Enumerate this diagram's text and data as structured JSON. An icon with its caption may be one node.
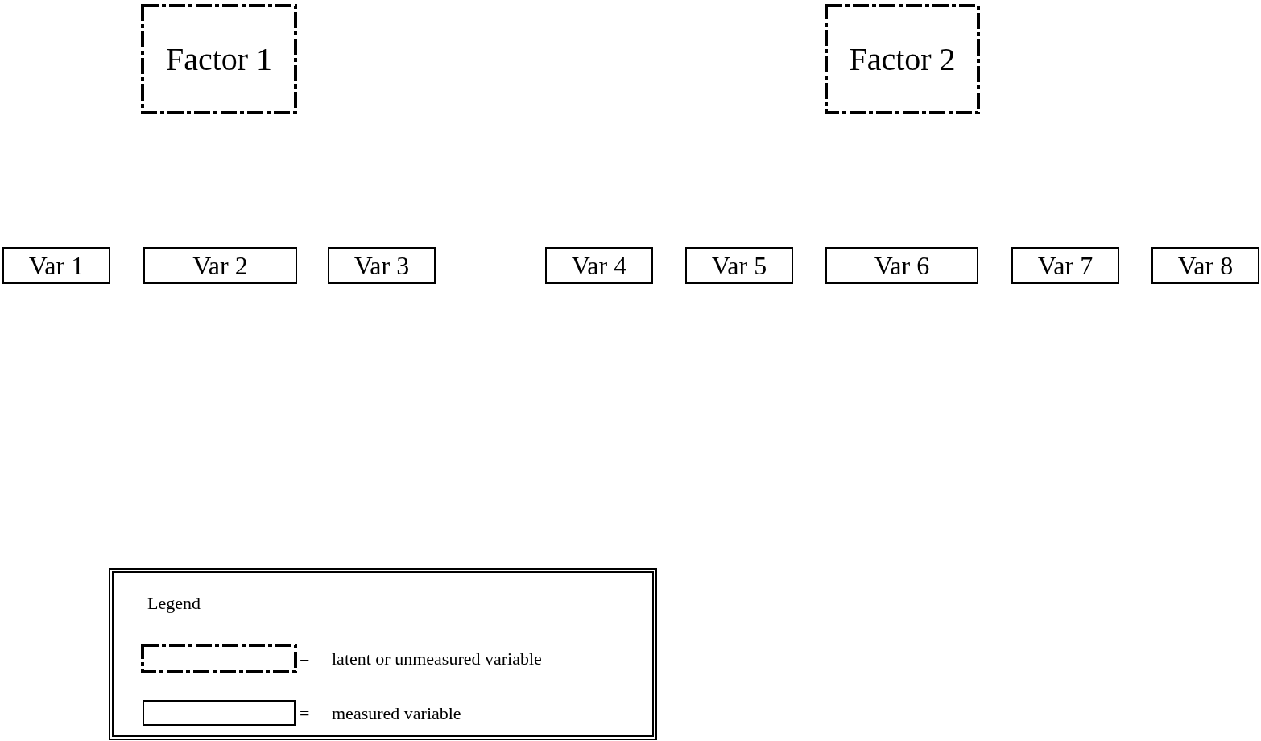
{
  "diagram": {
    "nodes": [
      {
        "text": [
          "Factor 1"
        ]
      },
      {
        "text": [
          "Factor 2"
        ]
      },
      {
        "text": [
          "Var 1"
        ]
      },
      {
        "text": [
          "Var 2"
        ]
      },
      {
        "text": [
          "Var 3"
        ]
      },
      {
        "text": [
          "Var 4"
        ]
      },
      {
        "text": [
          "Var 5"
        ]
      },
      {
        "text": [
          "Var 6"
        ]
      },
      {
        "text": [
          "Var 7"
        ]
      },
      {
        "text": [
          "Var 8"
        ]
      }
    ],
    "labels": [
      "Legend",
      "=",
      "="
    ],
    "legend": [
      {
        "text": "latent or unmeasured variable"
      },
      {
        "text": "measured variable"
      }
    ]
  }
}
